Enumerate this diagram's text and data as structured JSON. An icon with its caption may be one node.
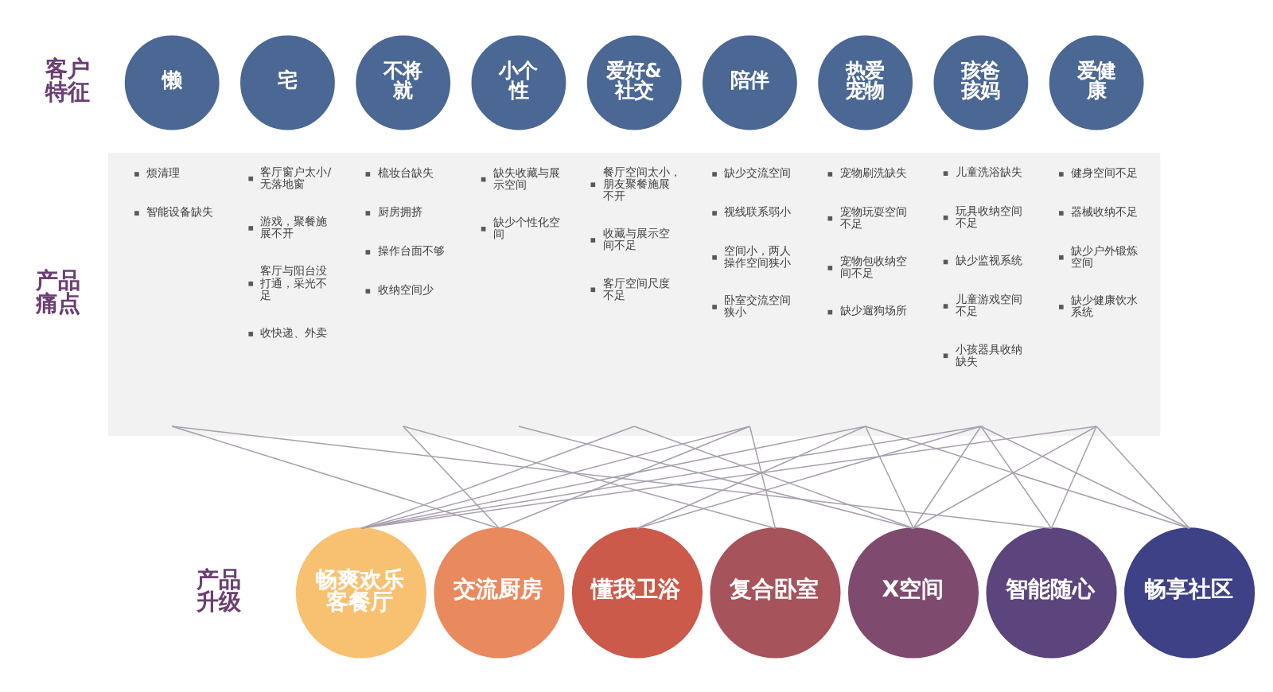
{
  "diagram": {
    "nodes": [
      {
        "text": [
          "懒"
        ]
      },
      {
        "text": [
          "宅"
        ]
      },
      {
        "text": [
          "不将就"
        ]
      },
      {
        "text": [
          "小个性"
        ]
      },
      {
        "text": [
          "爱好&社交"
        ]
      },
      {
        "text": [
          "陪伴"
        ]
      },
      {
        "text": [
          "热爱宠物"
        ]
      },
      {
        "text": [
          "孩爸孩妈"
        ]
      },
      {
        "text": [
          "爱健康"
        ]
      },
      {
        "text": [],
        "shape": "box"
      },
      {
        "text": [
          "烦清理",
          "智能设备缺失"
        ],
        "in": 9
      },
      {
        "text": [
          "客厅窗户太小/无落地窗",
          "游戏，聚餐施展不开",
          "客厅与阳台没打通，采光不足",
          "收快递、外卖"
        ],
        "in": 9
      },
      {
        "text": [
          "梳妆台缺失",
          "厨房拥挤",
          "操作台面不够",
          "收纳空间少"
        ],
        "in": 9
      },
      {
        "text": [
          "缺失收藏与展示空间",
          "缺少个性化空间"
        ],
        "in": 9
      },
      {
        "text": [
          "餐厅空间太小，朋友聚餐施展不开",
          "收藏与展示空间不足",
          "客厅空间尺度不足"
        ],
        "in": 9
      },
      {
        "text": [
          "缺少交流空间",
          "视线联系弱小",
          "空间小，两人操作空间狭小",
          "卧室交流空间狭小"
        ],
        "in": 9
      },
      {
        "text": [
          "宠物刷洗缺失",
          "宠物玩耍空间不足",
          "宠物包收纳空间不足",
          "缺少遛狗场所"
        ],
        "in": 9
      },
      {
        "text": [
          "儿童洗浴缺失",
          "玩具收纳空间不足",
          "缺少监视系统",
          "儿童游戏空间不足",
          "小孩器具收纳缺失"
        ],
        "in": 9
      },
      {
        "text": [
          "健身空间不足",
          "器械收纳不足",
          "缺少户外锻炼空间",
          "缺少健康饮水系统"
        ],
        "in": 9
      },
      {
        "text": [
          "畅爽欢乐客餐厅"
        ]
      },
      {
        "text": [
          "交流厨房"
        ]
      },
      {
        "text": [
          "懂我卫浴"
        ]
      },
      {
        "text": [
          "复合卧室"
        ]
      },
      {
        "text": [
          "X空间"
        ]
      },
      {
        "text": [
          "智能随心"
        ]
      },
      {
        "text": [
          "畅享社区"
        ]
      }
    ],
    "edges": [
      {
        "from": 10,
        "to": 20,
        "arrow": "none"
      },
      {
        "from": 10,
        "to": 24,
        "arrow": "none"
      },
      {
        "from": 12,
        "to": 20,
        "arrow": "none"
      },
      {
        "from": 12,
        "to": 22,
        "arrow": "none"
      },
      {
        "from": 13,
        "to": 23,
        "arrow": "none"
      },
      {
        "from": 14,
        "to": 19,
        "arrow": "none"
      },
      {
        "from": 14,
        "to": 23,
        "arrow": "none"
      },
      {
        "from": 15,
        "to": 19,
        "arrow": "none"
      },
      {
        "from": 15,
        "to": 20,
        "arrow": "none"
      },
      {
        "from": 15,
        "to": 22,
        "arrow": "none"
      },
      {
        "from": 16,
        "to": 19,
        "arrow": "none"
      },
      {
        "from": 16,
        "to": 21,
        "arrow": "none"
      },
      {
        "from": 16,
        "to": 23,
        "arrow": "none"
      },
      {
        "from": 16,
        "to": 25,
        "arrow": "none"
      },
      {
        "from": 17,
        "to": 19,
        "arrow": "none"
      },
      {
        "from": 17,
        "to": 21,
        "arrow": "none"
      },
      {
        "from": 17,
        "to": 23,
        "arrow": "none"
      },
      {
        "from": 17,
        "to": 24,
        "arrow": "none"
      },
      {
        "from": 17,
        "to": 25,
        "arrow": "none"
      },
      {
        "from": 18,
        "to": 19,
        "arrow": "none"
      },
      {
        "from": 18,
        "to": 23,
        "arrow": "none"
      },
      {
        "from": 18,
        "to": 24,
        "arrow": "none"
      },
      {
        "from": 18,
        "to": 25,
        "arrow": "none"
      }
    ],
    "labels": [
      "客户特征",
      "产品痛点",
      "产品升级"
    ]
  }
}
